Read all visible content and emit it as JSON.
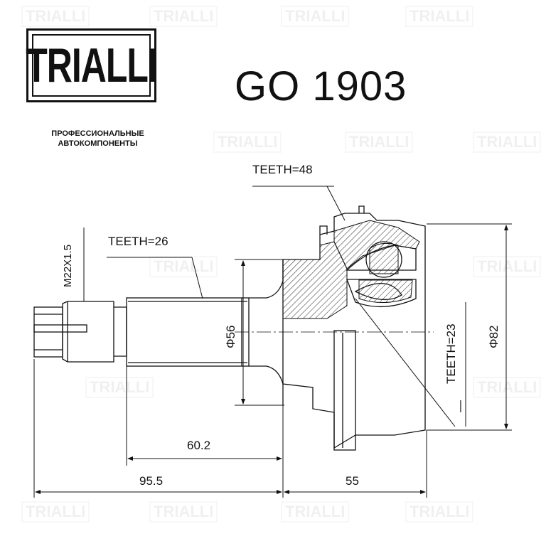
{
  "brand": {
    "logo_text": "TRIALLI",
    "tagline_line1": "ПРОФЕССИОНАЛЬНЫЕ",
    "tagline_line2": "АВТОКОМПОНЕНТЫ"
  },
  "part_number": "GO 1903",
  "labels": {
    "teeth_outer": "TEETH=48",
    "teeth_shaft": "TEETH=26",
    "teeth_inner": "TEETH=23",
    "thread": "M22X1.5",
    "dia_shaft": "Φ56",
    "dia_body": "Φ82",
    "dim_shaft_len": "60.2",
    "dim_total_len": "95.5",
    "dim_body_len": "55",
    "dash": "—"
  },
  "watermark_text": "TRIALLI",
  "colors": {
    "ink": "#111111",
    "hatch": "#222222"
  }
}
